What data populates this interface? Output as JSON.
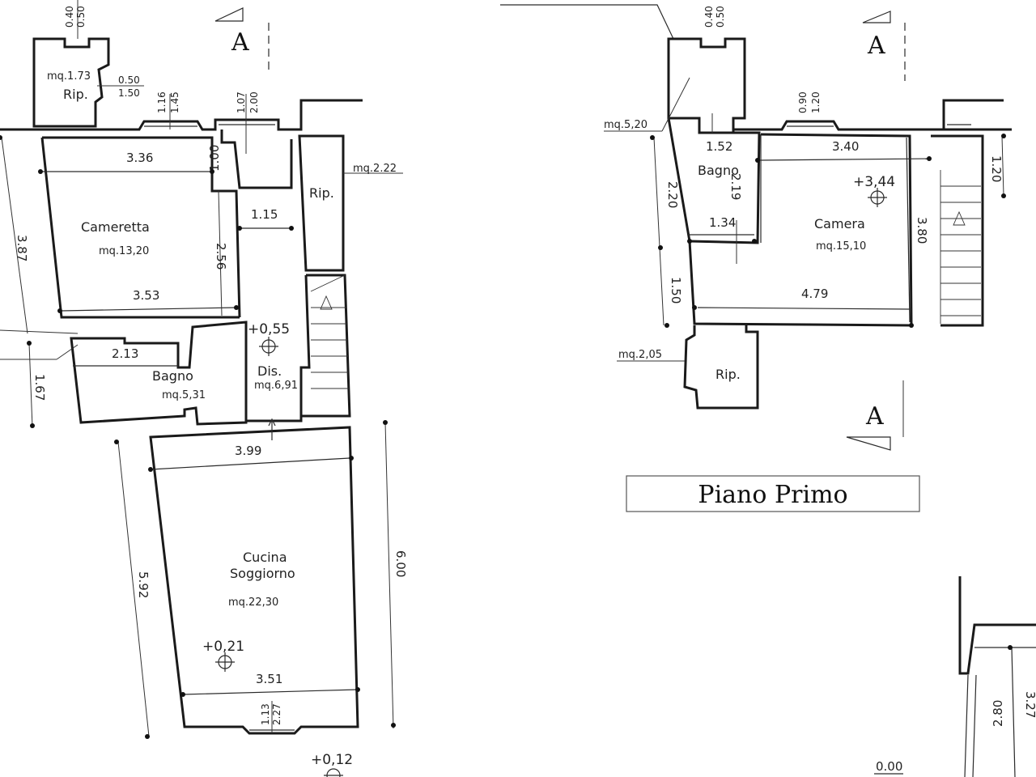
{
  "ground_floor": {
    "rooms": {
      "cameretta": {
        "name": "Cameretta",
        "area": "mq.13,20"
      },
      "bagno": {
        "name": "Bagno",
        "area": "mq.5,31"
      },
      "dis": {
        "name": "Dis.",
        "area": "mq.6,91"
      },
      "cucina": {
        "name_line1": "Cucina",
        "name_line2": "Soggiorno",
        "area": "mq.22,30"
      },
      "rip_top": {
        "name": "Rip.",
        "area": "mq.1.73"
      },
      "rip_right": {
        "name": "Rip.",
        "area": "mq.2.22"
      }
    },
    "levels": {
      "dis": "+0,55",
      "cucina": "+0,21",
      "entrance": "+0,12"
    },
    "dims": {
      "d336": "3.36",
      "d387": "3.87",
      "d256": "2.56",
      "d353": "3.53",
      "d115": "1.15",
      "d100": "1.00",
      "d213": "2.13",
      "d167": "1.67",
      "d399": "3.99",
      "d592": "5.92",
      "d600": "6.00",
      "d351": "3.51",
      "d050a": "0.50",
      "d150a": "1.50",
      "d040a": "0.40",
      "d050b": "0.50",
      "d116": "1.16",
      "d145": "1.45",
      "d107": "1.07",
      "d200": "2.00",
      "d113": "1.13",
      "d227": "2.27"
    }
  },
  "first_floor": {
    "title": "Piano Primo",
    "rooms": {
      "bagno": {
        "name": "Bagno",
        "area": "mq.5,20"
      },
      "camera": {
        "name": "Camera",
        "area": "mq.15,10"
      },
      "rip": {
        "name": "Rip.",
        "area": "mq.2,05"
      }
    },
    "levels": {
      "camera": "+3,44"
    },
    "dims": {
      "d152": "1.52",
      "d340": "3.40",
      "d220": "2.20",
      "d219": "2.19",
      "d134": "1.34",
      "d380": "3.80",
      "d150": "1.50",
      "d479": "4.79",
      "d120": "1.20",
      "d040": "0.40",
      "d050": "0.50",
      "d090": "0.90",
      "d120b": "1.20"
    }
  },
  "section_marks": [
    "A",
    "A",
    "A"
  ],
  "partial_plan": {
    "d280": "2.80",
    "d327": "3.27",
    "level": "0.00"
  }
}
